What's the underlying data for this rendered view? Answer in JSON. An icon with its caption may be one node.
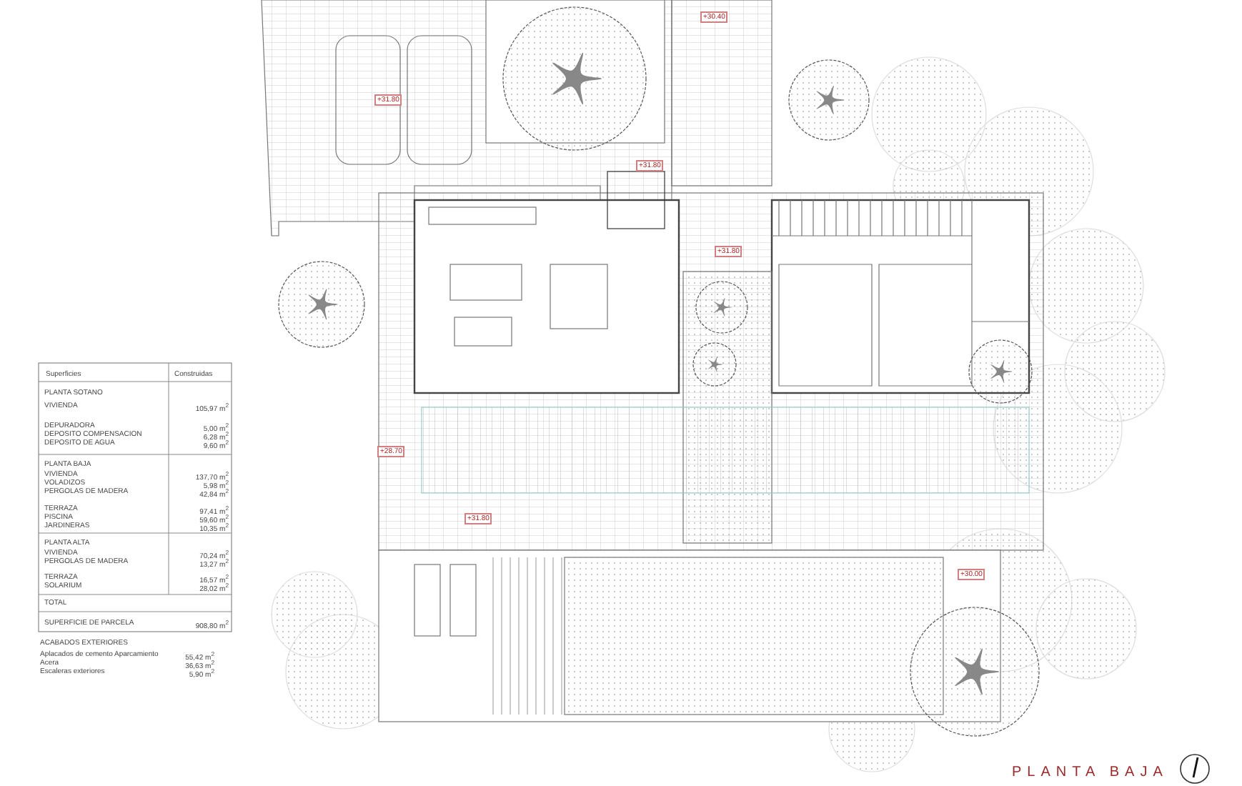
{
  "diagram": {
    "title": "PLANTA BAJA",
    "labels": [
      "Superficies",
      "Construidas",
      "PLANTA SOTANO",
      "VIVIENDA",
      "105,97 m$^{2}$",
      "DEPURADORA",
      "5,00 m$^{2}$",
      "DEPOSITO COMPENSACION",
      "6,28 m$^{2}$",
      "DEPOSITO DE AGUA",
      "9,60 m$^{2}$",
      "PLANTA BAJA",
      "VIVIENDA",
      "137,70 m$^{2}$",
      "VOLADIZOS",
      "5,98 m$^{2}$",
      "PERGOLAS DE MADERA",
      "42,84 m$^{2}$",
      "TERRAZA",
      "97,41 m$^{2}$",
      "PISCINA",
      "59,60 m$^{2}$",
      "JARDINERAS",
      "10,35 m$^{2}$",
      "PLANTA ALTA",
      "VIVIENDA",
      "70,24 m$^{2}$",
      "PERGOLAS DE MADERA",
      "13,27 m$^{2}$",
      "TERRAZA",
      "16,57 m$^{2}$",
      "SOLARIUM",
      "28,02 m$^{2}$",
      "TOTAL",
      "SUPERFICIE DE PARCELA",
      "908,80 m$^{2}$",
      "ACABADOS EXTERIORES",
      "Aplacados de cemento Aparcamiento",
      "55,42 m$^{2}$",
      "Acera",
      "36,63 m$^{2}$",
      "Escaleras exteriores",
      "5,90 m$^{2}$",
      "+30.40",
      "+31.80",
      "+31.80",
      "+31.80",
      "+28.70",
      "+31.80",
      "+30.00"
    ]
  }
}
